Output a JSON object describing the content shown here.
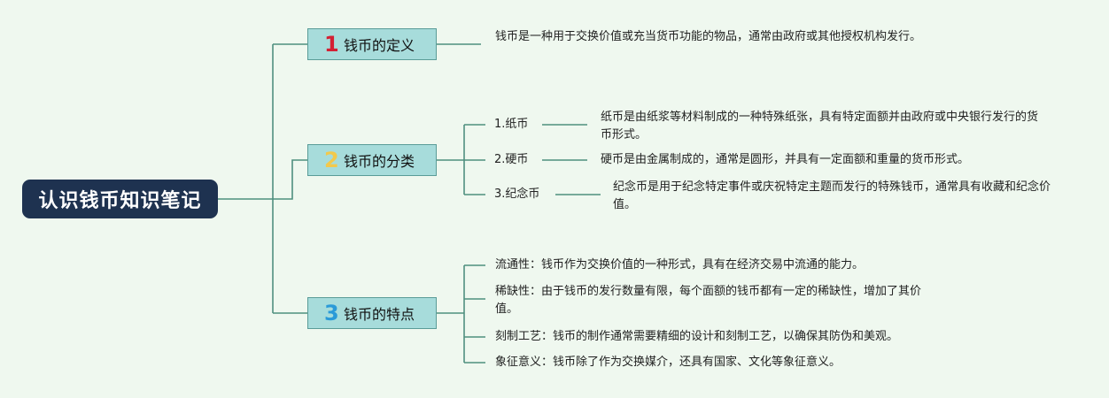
{
  "root": {
    "title": "认识钱币知识笔记"
  },
  "branches": [
    {
      "num": "1",
      "num_color": "#d32034",
      "label": "钱币的定义",
      "text": "钱币是一种用于交换价值或充当货币功能的物品，通常由政府或其他授权机构发行。"
    },
    {
      "num": "2",
      "num_color": "#f2c94c",
      "label": "钱币的分类",
      "subs": [
        {
          "label": "1.纸币",
          "text": "纸币是由纸浆等材料制成的一种特殊纸张，具有特定面额并由政府或中央银行发行的货币形式。"
        },
        {
          "label": "2.硬币",
          "text": "硬币是由金属制成的，通常是圆形，并具有一定面额和重量的货币形式。"
        },
        {
          "label": "3.纪念币",
          "text": "纪念币是用于纪念特定事件或庆祝特定主题而发行的特殊钱币，通常具有收藏和纪念价值。"
        }
      ]
    },
    {
      "num": "3",
      "num_color": "#2a9ad8",
      "label": "钱币的特点",
      "items": [
        "流通性：钱币作为交换价值的一种形式，具有在经济交易中流通的能力。",
        "稀缺性：由于钱币的发行数量有限，每个面额的钱币都有一定的稀缺性，增加了其价值。",
        "刻制工艺：钱币的制作通常需要精细的设计和刻制工艺，以确保其防伪和美观。",
        "象征意义：钱币除了作为交换媒介，还具有国家、文化等象征意义。"
      ]
    }
  ],
  "colors": {
    "line": "#4f8f7f",
    "root_bg": "#1e3250",
    "branch_bg": "#a7dcdb",
    "page_bg": "#eff8ef"
  }
}
